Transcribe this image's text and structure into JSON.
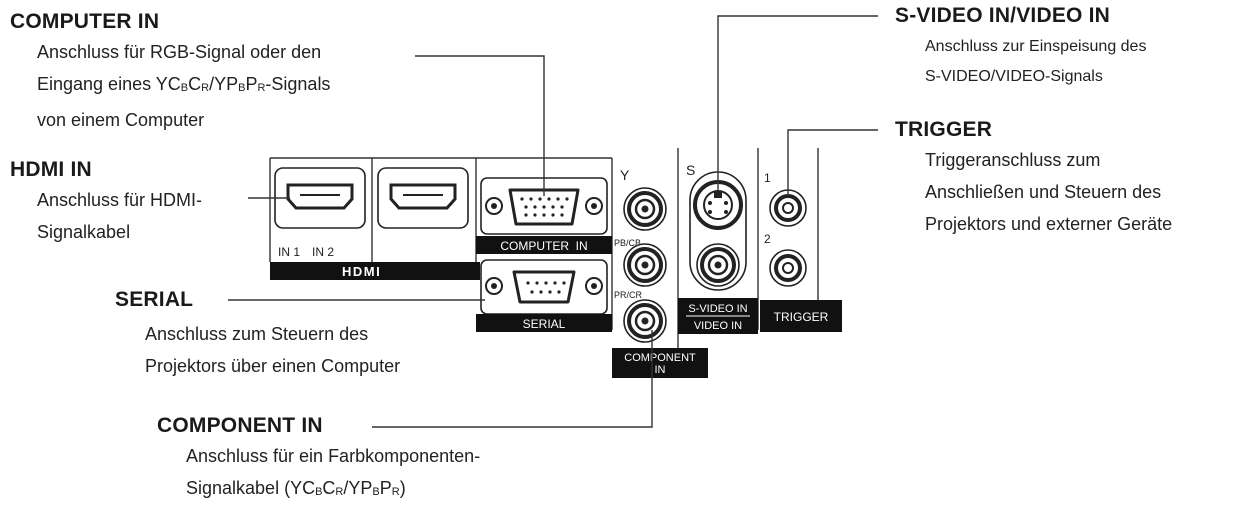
{
  "callouts": {
    "computer_in": {
      "title": "COMPUTER IN",
      "lines": [
        "Anschluss für RGB-Signal oder den",
        "Eingang eines YC",
        "-Signals",
        "von einem Computer"
      ],
      "sub": {
        "b": "B",
        "r": "R",
        "pb": "B",
        "pr": "R"
      },
      "ypbpr": {
        "y": "/YP",
        "p": "P"
      }
    },
    "hdmi_in": {
      "title": "HDMI IN",
      "lines": [
        "Anschluss für HDMI-",
        "Signalkabel"
      ]
    },
    "serial": {
      "title": "SERIAL",
      "lines": [
        "Anschluss zum Steuern des",
        "Projektors über einen Computer"
      ]
    },
    "component_in": {
      "title": "COMPONENT IN",
      "lines": [
        "Anschluss für ein Farbkomponenten-",
        "Signalkabel (YC",
        "/YP",
        ")"
      ]
    },
    "svideo_in": {
      "title": "S-VIDEO IN/VIDEO IN",
      "lines": [
        "Anschluss zur Einspeisung des",
        "S-VIDEO/VIDEO-Signals"
      ]
    },
    "trigger": {
      "title": "TRIGGER",
      "lines": [
        "Triggeranschluss zum",
        "Anschließen und Steuern des",
        "Projektors und externer Geräte"
      ]
    }
  },
  "panel": {
    "hdmi_in1": "IN 1",
    "hdmi_in2": "IN 2",
    "hdmi_logo": "HDMI",
    "computer_in": "COMPUTER  IN",
    "serial": "SERIAL",
    "component_y": "Y",
    "component_pb": "PB/CB",
    "component_pr": "PR/CR",
    "component_label_1": "COMPONENT",
    "component_label_2": "IN",
    "svideo_s": "S",
    "svideo_label_1": "S-VIDEO IN",
    "svideo_label_2": "VIDEO IN",
    "trigger_1": "1",
    "trigger_2": "2",
    "trigger_label": "TRIGGER"
  },
  "colors": {
    "ink": "#1a1a1a",
    "label_bar": "#111111",
    "panel_line": "#333333"
  }
}
